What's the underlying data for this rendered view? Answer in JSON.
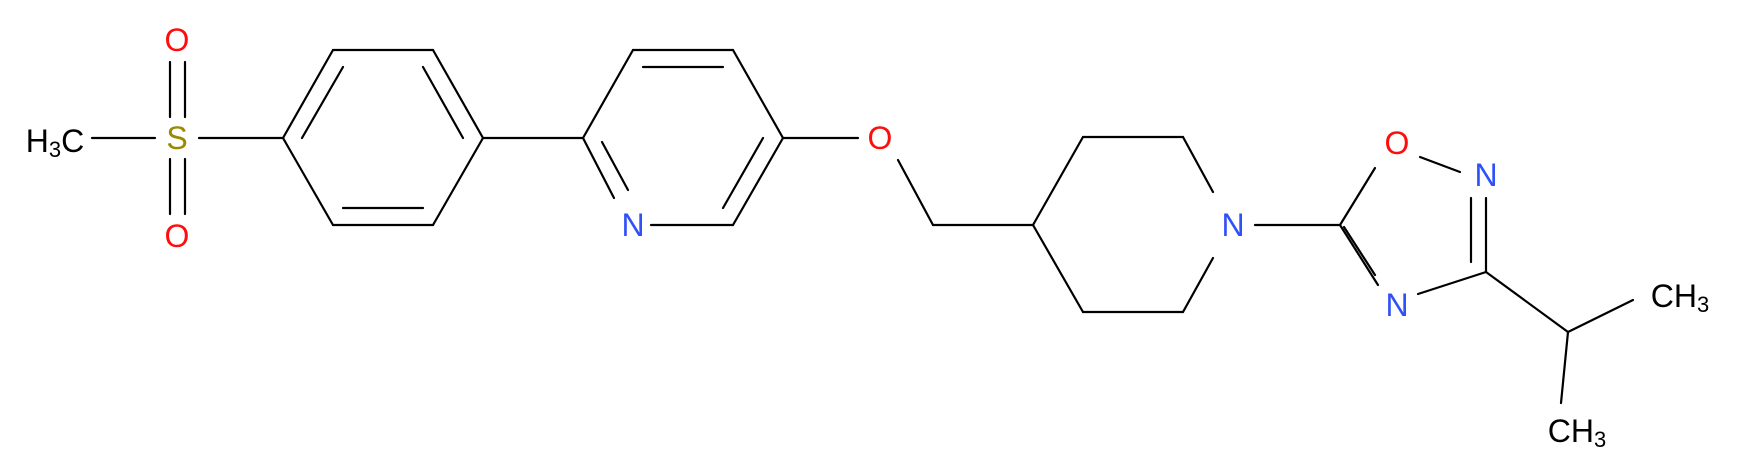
{
  "structure": {
    "atoms": {
      "s": {
        "text": "S",
        "color": "#9a8a00"
      },
      "o1": {
        "text": "O",
        "color": "#ff0d0d"
      },
      "o2": {
        "text": "O",
        "color": "#ff0d0d"
      },
      "oe": {
        "text": "O",
        "color": "#ff0d0d"
      },
      "npy": {
        "text": "N",
        "color": "#3050f8"
      },
      "npi": {
        "text": "N",
        "color": "#3050f8"
      },
      "oox": {
        "text": "O",
        "color": "#ff0d0d"
      },
      "n2": {
        "text": "N",
        "color": "#3050f8"
      },
      "n4": {
        "text": "N",
        "color": "#3050f8"
      }
    },
    "methyl_left": {
      "main": "H",
      "sub": "3",
      "tail": "C",
      "color": "#000000"
    },
    "methyl_top": {
      "main": "CH",
      "sub": "3",
      "color": "#000000"
    },
    "methyl_bottom": {
      "main": "CH",
      "sub": "3",
      "color": "#000000"
    }
  }
}
